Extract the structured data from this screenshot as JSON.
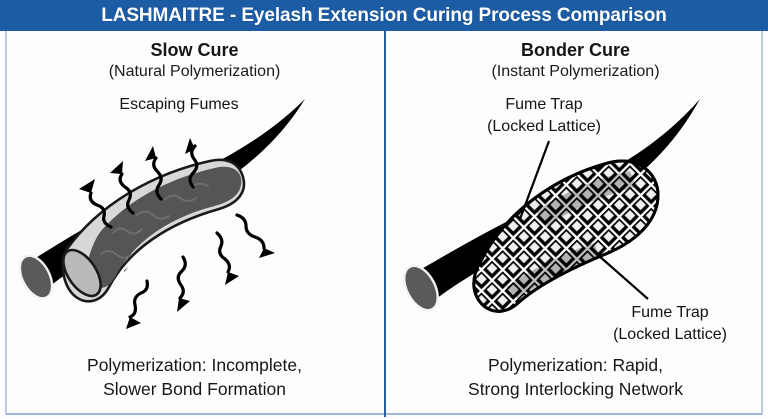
{
  "header": {
    "title": "LASHMAITRE - Eyelash Extension Curing Process Comparison",
    "background_color": "#1c5ca4",
    "text_color": "#ffffff"
  },
  "theme": {
    "divider_color": "#2a5f9e",
    "frame_border_color": "#b9cde2",
    "page_background": "#fdfdfd",
    "lash_fiber_color": "#000000",
    "lash_cut_end_color": "#5a5a5a",
    "adhesive_light_gray": "#d6d6d6",
    "adhesive_mid_gray": "#b4b4b4",
    "adhesive_dark_gray": "#545454",
    "lattice_color": "#000000",
    "lattice_cell_color": "#e9e9e9"
  },
  "panels": [
    {
      "id": "slow-cure",
      "title": "Slow Cure",
      "subtitle": "(Natural Polymerization)",
      "annotation": "Escaping Fumes",
      "conclusion_line1": "Polymerization: Incomplete,",
      "conclusion_line2": "Slower Bond Formation",
      "illustration": {
        "name": "lash-with-uncured-adhesive-sleeve",
        "description": "Curved black eyelash fiber with gray cylindrical adhesive sleeve containing loose squiggly polymer chains; eight wavy arrows radiate outward representing escaping fumes",
        "escaping_arrow_count": 8
      }
    },
    {
      "id": "bonder-cure",
      "title": "Bonder Cure",
      "subtitle": "(Instant Polymerization)",
      "annotation_top": "Fume Trap",
      "annotation_top_sub": "(Locked Lattice)",
      "annotation_bottom": "Fume Trap",
      "annotation_bottom_sub": "(Locked Lattice)",
      "conclusion_line1": "Polymerization: Rapid,",
      "conclusion_line2": "Strong Interlocking Network",
      "illustration": {
        "name": "lash-with-locked-lattice-sleeve",
        "description": "Curved black eyelash fiber with adhesive sleeve rendered as a dense diamond cross-hatch lattice; no escaping fume arrows; two leader lines point to the lattice",
        "escaping_arrow_count": 0
      }
    }
  ]
}
